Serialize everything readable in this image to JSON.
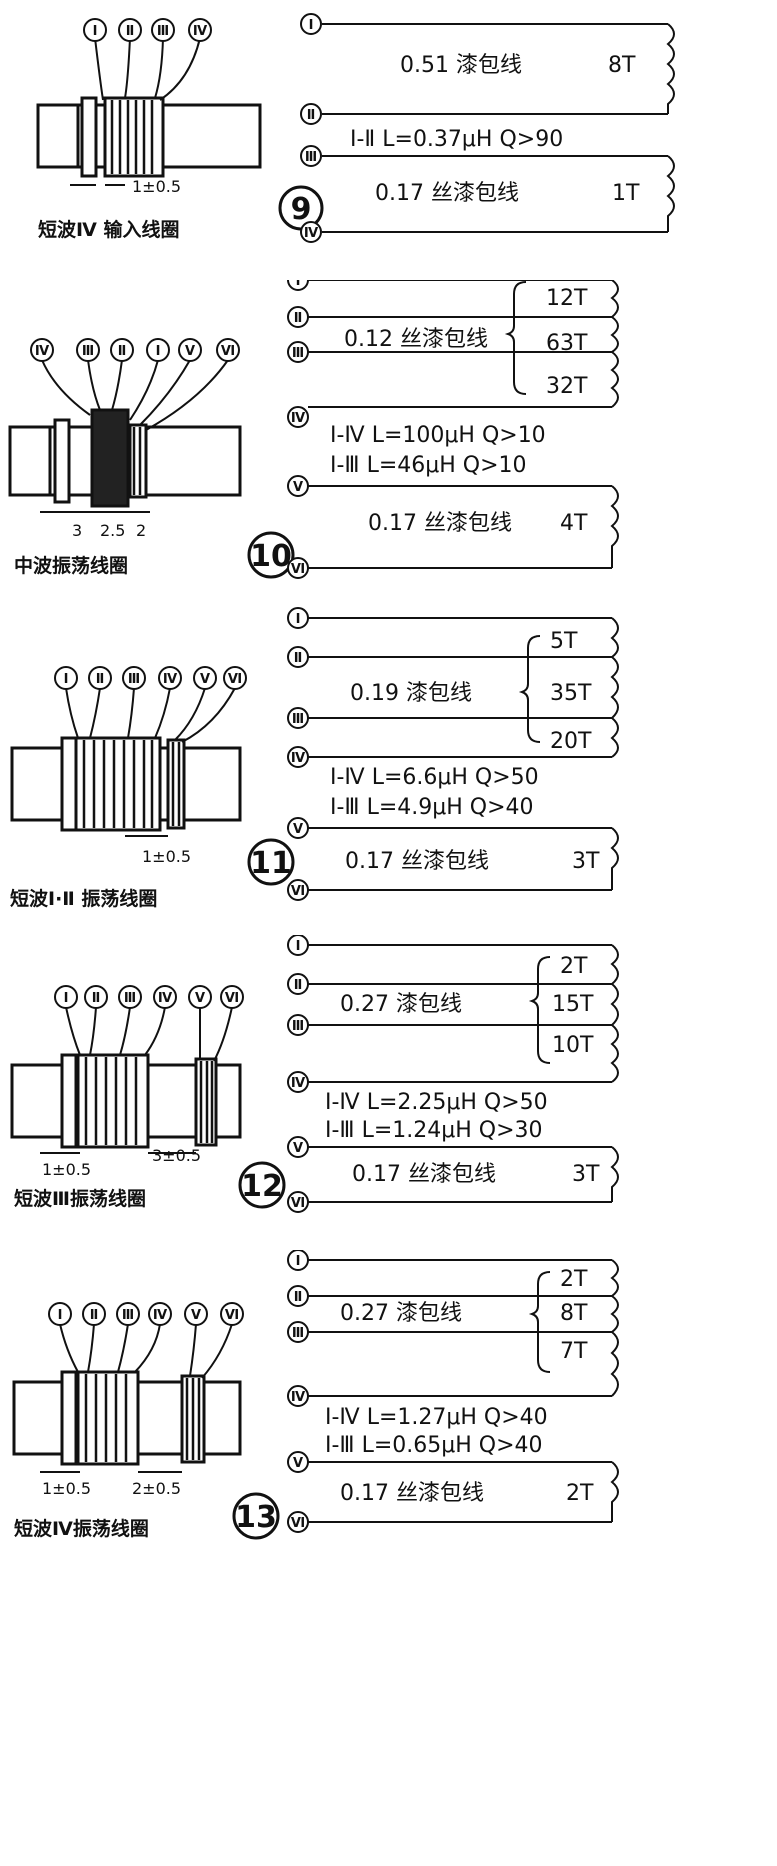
{
  "panels": [
    {
      "num": "9",
      "title": "短波Ⅳ 输入线圈",
      "dim": "1±0.5",
      "terminals_left": [
        "Ⅰ",
        "Ⅱ",
        "Ⅲ",
        "Ⅳ"
      ],
      "coil_a": {
        "wire": "0.51 漆包线",
        "turns": "8T"
      },
      "spec1": "Ⅰ-Ⅱ L=0.37μH  Q>90",
      "coil_b": {
        "wire": "0.17 丝漆包线",
        "turns": "1T"
      },
      "terminals_right": [
        "Ⅰ",
        "Ⅱ",
        "Ⅲ",
        "Ⅳ"
      ]
    },
    {
      "num": "10",
      "title": "中波振荡线圈",
      "dims": [
        "3",
        "2.5",
        "2"
      ],
      "terminals_left": [
        "Ⅳ",
        "Ⅲ",
        "Ⅱ",
        "Ⅰ",
        "Ⅴ",
        "Ⅵ"
      ],
      "wire_main": "0.12 丝漆包线",
      "turns": [
        "12T",
        "63T",
        "32T"
      ],
      "spec1": "Ⅰ-Ⅳ L=100μH   Q>10",
      "spec2": "Ⅰ-Ⅲ L=46μH   Q>10",
      "coil_b": {
        "wire": "0.17 丝漆包线",
        "turns": "4T"
      },
      "terminals_right": [
        "Ⅰ",
        "Ⅱ",
        "Ⅲ",
        "Ⅳ",
        "Ⅴ",
        "Ⅵ"
      ]
    },
    {
      "num": "11",
      "title": "短波Ⅰ·Ⅱ 振荡线圈",
      "dim": "1±0.5",
      "terminals_left": [
        "Ⅰ",
        "Ⅱ",
        "Ⅲ",
        "Ⅳ",
        "Ⅴ",
        "Ⅵ"
      ],
      "wire_main": "0.19 漆包线",
      "turns": [
        "5T",
        "35T",
        "20T"
      ],
      "spec1": "Ⅰ-Ⅳ L=6.6μH   Q>50",
      "spec2": "Ⅰ-Ⅲ L=4.9μH   Q>40",
      "coil_b": {
        "wire": "0.17 丝漆包线",
        "turns": "3T"
      },
      "terminals_right": [
        "Ⅰ",
        "Ⅱ",
        "Ⅲ",
        "Ⅳ",
        "Ⅴ",
        "Ⅵ"
      ]
    },
    {
      "num": "12",
      "title": "短波Ⅲ振荡线圈",
      "dims": [
        "1±0.5",
        "3±0.5"
      ],
      "terminals_left": [
        "Ⅰ",
        "Ⅱ",
        "Ⅲ",
        "Ⅳ",
        "Ⅴ",
        "Ⅵ"
      ],
      "wire_main": "0.27 漆包线",
      "turns": [
        "2T",
        "15T",
        "10T"
      ],
      "spec1": "Ⅰ-Ⅳ L=2.25μH  Q>50",
      "spec2": "Ⅰ-Ⅲ L=1.24μH  Q>30",
      "coil_b": {
        "wire": "0.17 丝漆包线",
        "turns": "3T"
      },
      "terminals_right": [
        "Ⅰ",
        "Ⅱ",
        "Ⅲ",
        "Ⅳ",
        "Ⅴ",
        "Ⅵ"
      ]
    },
    {
      "num": "13",
      "title": "短波Ⅳ振荡线圈",
      "dims": [
        "1±0.5",
        "2±0.5"
      ],
      "terminals_left": [
        "Ⅰ",
        "Ⅱ",
        "Ⅲ",
        "Ⅳ",
        "Ⅴ",
        "Ⅵ"
      ],
      "wire_main": "0.27 漆包线",
      "turns": [
        "2T",
        "8T",
        "7T"
      ],
      "spec1": "Ⅰ-Ⅳ L=1.27μH   Q>40",
      "spec2": "Ⅰ-Ⅲ L=0.65μH   Q>40",
      "coil_b": {
        "wire": "0.17 丝漆包线",
        "turns": "2T"
      },
      "terminals_right": [
        "Ⅰ",
        "Ⅱ",
        "Ⅲ",
        "Ⅳ",
        "Ⅴ",
        "Ⅵ"
      ]
    }
  ]
}
